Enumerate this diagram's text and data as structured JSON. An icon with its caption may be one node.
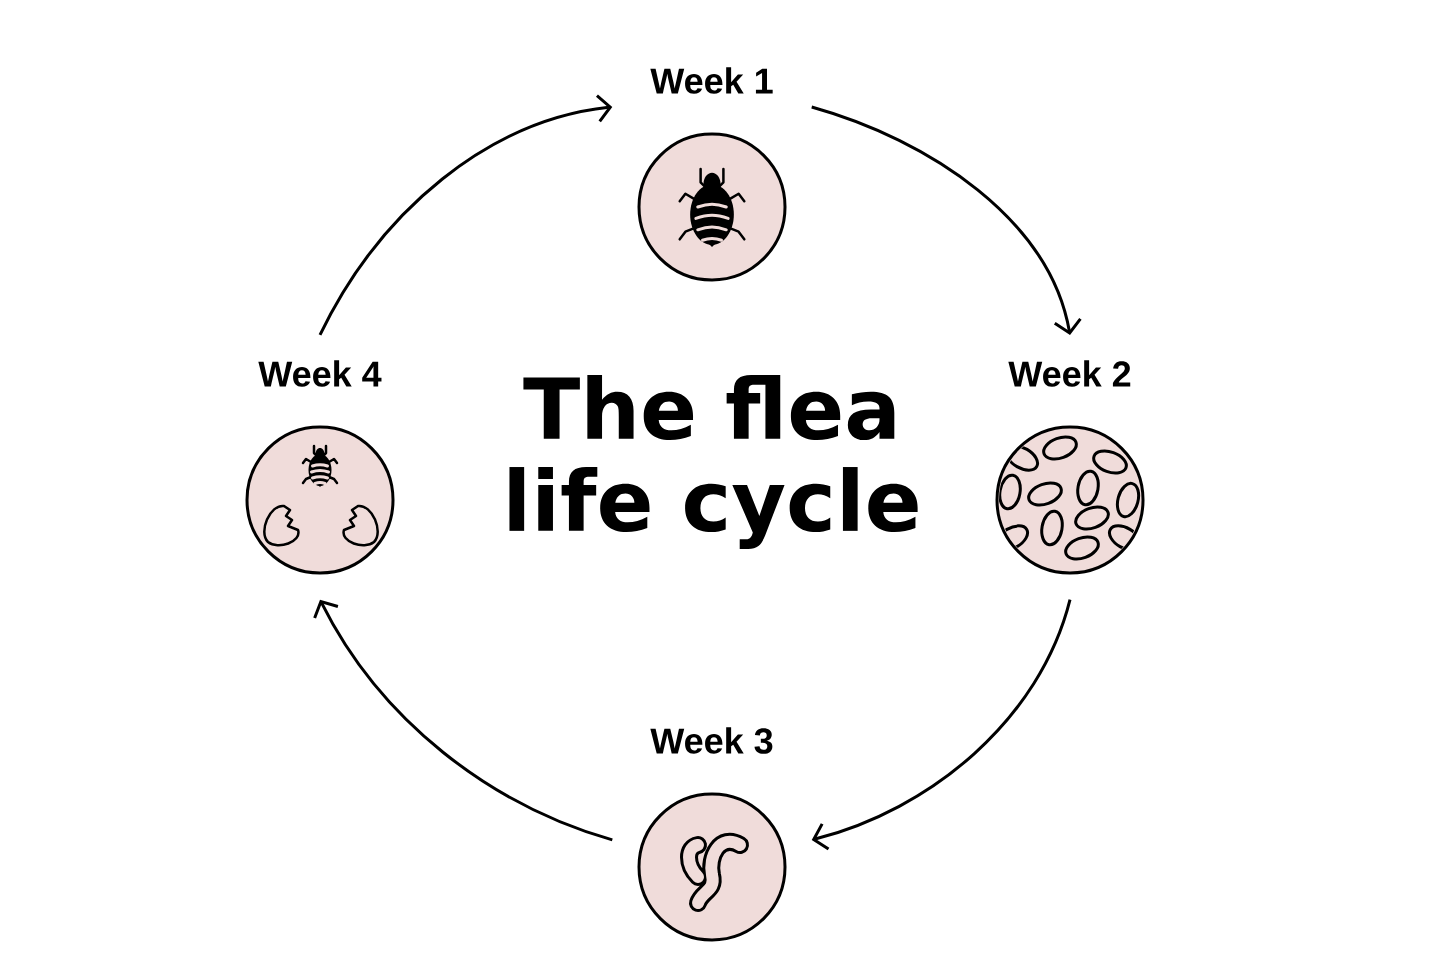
{
  "diagram": {
    "title": "The flea life cycle",
    "nodes": [
      {
        "text": [
          "Week 1"
        ]
      },
      {
        "text": [
          "Week 2"
        ]
      },
      {
        "text": [
          "Week 3"
        ]
      },
      {
        "text": [
          "Week 4"
        ]
      }
    ],
    "edges": [
      {
        "from": 0,
        "to": 1,
        "arrow": "to"
      },
      {
        "from": 1,
        "to": 2,
        "arrow": "to"
      },
      {
        "from": 2,
        "to": 3,
        "arrow": "to"
      },
      {
        "from": 3,
        "to": 0,
        "arrow": "to"
      }
    ]
  }
}
